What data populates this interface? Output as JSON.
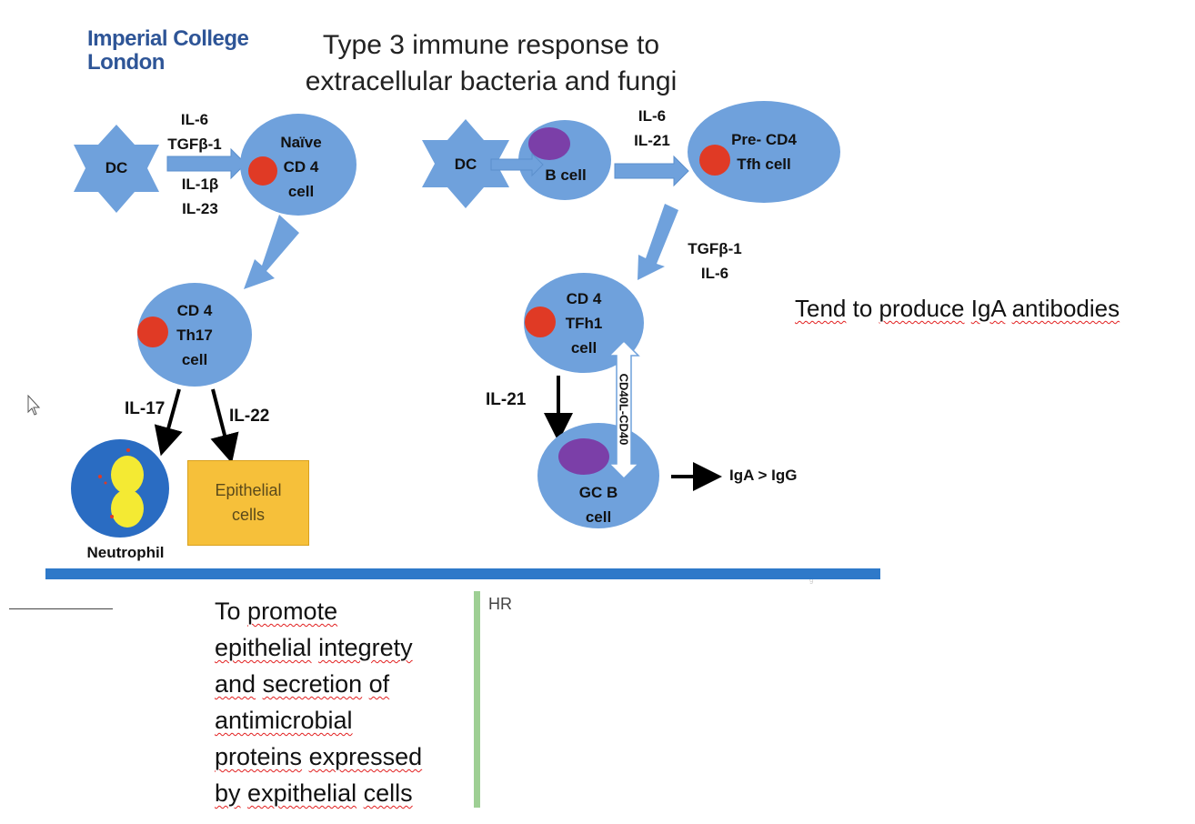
{
  "header": {
    "logo_line1": "Imperial College",
    "logo_line2": "London",
    "title_line1": "Type 3 immune response to",
    "title_line2": "extracellular bacteria and fungi"
  },
  "left_pathway": {
    "dc": "DC",
    "cyto_top1": "IL-6",
    "cyto_top2": "TGFβ-1",
    "cyto_bot1": "IL-1β",
    "cyto_bot2": "IL-23",
    "naive1": "Naïve",
    "naive2": "CD 4",
    "naive3": "cell",
    "th17_1": "CD 4",
    "th17_2": "Th17",
    "th17_3": "cell",
    "il17": "IL-17",
    "il22": "IL-22",
    "neutrophil": "Neutrophil",
    "epi1": "Epithelial",
    "epi2": "cells"
  },
  "right_pathway": {
    "dc": "DC",
    "bcell": "B cell",
    "cyto1": "IL-6",
    "cyto2": "IL-21",
    "pre1": "Pre- CD4",
    "pre2": "Tfh cell",
    "tgf1": "TGFβ-1",
    "tgf2": "IL-6",
    "tfh1_1": "CD 4",
    "tfh1_2": "TFh1",
    "tfh1_3": "cell",
    "il21": "IL-21",
    "cd40": "CD40L-CD40",
    "gcb1": "GC B",
    "gcb2": "cell",
    "output": "IgA > IgG"
  },
  "notes": {
    "right": "Tend to produce IgA antibodies",
    "left_w1": "To",
    "left_w2": "promote",
    "left_w3": "epithelial",
    "left_w4": "integrety",
    "left_w5": "and",
    "left_w6": "secretion",
    "left_w7": "of",
    "left_w8": "antimicrobial",
    "left_w9": "proteins",
    "left_w10": "expressed",
    "left_w11": "by",
    "left_w12": "expithelial",
    "left_w13": "cells",
    "hr": "HR"
  },
  "colors": {
    "cell_blue": "#6fa1dc",
    "nucleus_red": "#e03a25",
    "nucleus_purple": "#7b3fa8",
    "bar_blue": "#2e79c9",
    "bar_green": "#9ecf94",
    "epithelial_yellow": "#f6c03a"
  }
}
